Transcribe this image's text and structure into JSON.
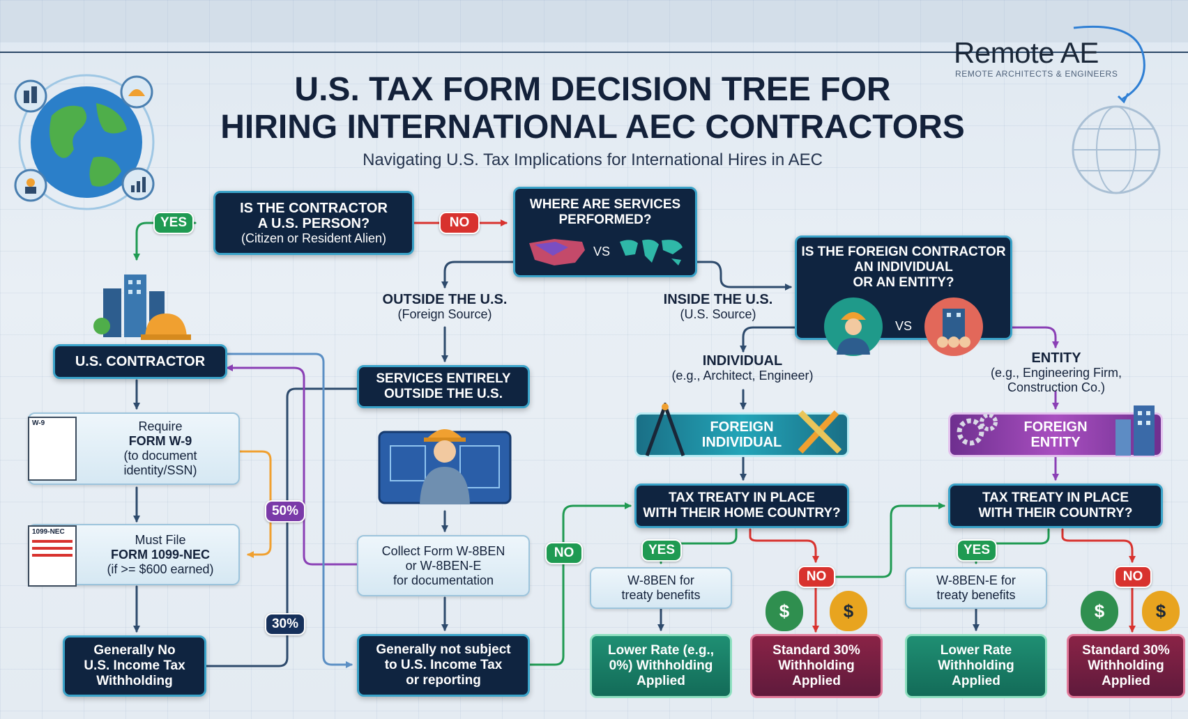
{
  "header": {
    "title_line1": "U.S. TAX FORM DECISION TREE FOR",
    "title_line2": "HIRING INTERNATIONAL AEC CONTRACTORS",
    "subtitle": "Navigating U.S. Tax Implications for International Hires in AEC",
    "brand": "Remote AE",
    "brand_tagline": "REMOTE ARCHITECTS & ENGINEERS"
  },
  "q1": {
    "line1": "IS THE CONTRACTOR",
    "line2": "A U.S. PERSON?",
    "line3": "(Citizen or Resident Alien)"
  },
  "q2": {
    "line1": "WHERE ARE SERVICES",
    "line2": "PERFORMED?",
    "vs": "VS"
  },
  "q3": {
    "line1": "IS THE FOREIGN CONTRACTOR",
    "line2": "AN INDIVIDUAL",
    "line3": "OR AN ENTITY?",
    "vs": "VS"
  },
  "branches": {
    "yes": "YES",
    "no": "NO",
    "outside_title": "OUTSIDE THE U.S.",
    "outside_sub": "(Foreign Source)",
    "inside_title": "INSIDE THE U.S.",
    "inside_sub": "(U.S. Source)",
    "individual_title": "INDIVIDUAL",
    "individual_sub": "(e.g., Architect, Engineer)",
    "entity_title": "ENTITY",
    "entity_sub1": "(e.g., Engineering Firm,",
    "entity_sub2": "Construction Co.)"
  },
  "us_path": {
    "contractor": "U.S. CONTRACTOR",
    "w9_line1": "Require",
    "w9_line2": "FORM W-9",
    "w9_line3": "(to document",
    "w9_line4": "identity/SSN)",
    "w9_doc": "W-9",
    "nec_line1": "Must File",
    "nec_line2": "FORM 1099-NEC",
    "nec_line3": "(if >= $600 earned)",
    "nec_doc": "1099-NEC",
    "nowh_line1": "Generally No",
    "nowh_line2": "U.S. Income Tax",
    "nowh_line3": "Withholding"
  },
  "rates": {
    "fifty": "50%",
    "thirty": "30%"
  },
  "outside_path": {
    "services_line1": "SERVICES ENTIRELY",
    "services_line2": "OUTSIDE THE U.S.",
    "collect_line1": "Collect Form W-8BEN",
    "collect_line2": "or W-8BEN-E",
    "collect_line3": "for documentation",
    "notsubj_line1": "Generally not subject",
    "notsubj_line2": "to U.S. Income Tax",
    "notsubj_line3": "or reporting",
    "no": "NO"
  },
  "individual_path": {
    "header_line1": "FOREIGN",
    "header_line2": "INDIVIDUAL",
    "treaty_line1": "TAX TREATY IN PLACE",
    "treaty_line2": "WITH THEIR HOME COUNTRY?",
    "yes": "YES",
    "no": "NO",
    "form_line1": "W-8BEN for",
    "form_line2": "treaty benefits",
    "lower_line1": "Lower Rate (e.g.,",
    "lower_line2": "0%) Withholding",
    "lower_line3": "Applied",
    "std_line1": "Standard 30%",
    "std_line2": "Withholding",
    "std_line3": "Applied"
  },
  "entity_path": {
    "header_line1": "FOREIGN",
    "header_line2": "ENTITY",
    "treaty_line1": "TAX TREATY IN PLACE",
    "treaty_line2": "WITH THEIR COUNTRY?",
    "yes": "YES",
    "no": "NO",
    "form_line1": "W-8BEN-E for",
    "form_line2": "treaty benefits",
    "lower_line1": "Lower Rate",
    "lower_line2": "Withholding",
    "lower_line3": "Applied",
    "std_line1": "Standard 30%",
    "std_line2": "Withholding",
    "std_line3": "Applied"
  },
  "money": "$",
  "colors": {
    "navy": "#0f2440",
    "green": "#1f9a52",
    "red": "#d8322e",
    "purple": "#7a3aa8",
    "orange": "#f0a030",
    "blue": "#2d5d8e"
  }
}
